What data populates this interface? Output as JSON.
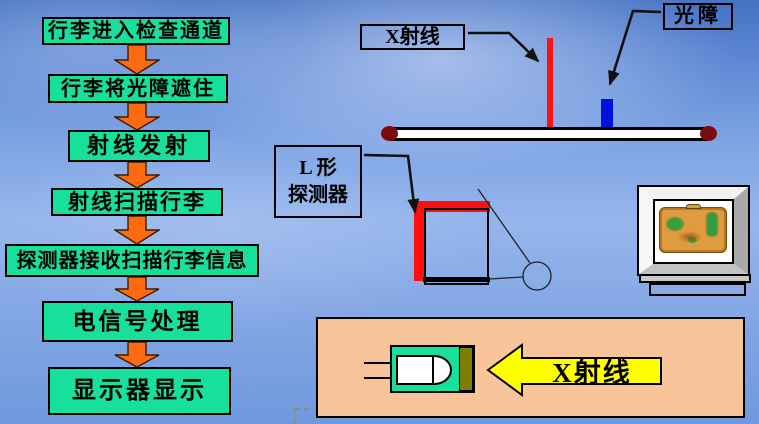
{
  "flowchart": {
    "steps": [
      {
        "label": "行李进入检查通道"
      },
      {
        "label": "行李将光障遮住"
      },
      {
        "label": "射线发射"
      },
      {
        "label": "射线扫描行李"
      },
      {
        "label": "探测器接收扫描行李信息"
      },
      {
        "label": "电信号处理"
      },
      {
        "label": "显示器显示"
      }
    ]
  },
  "labels": {
    "xray_source": "X射线",
    "light_barrier": "光障",
    "detector_line1": "L  形",
    "detector_line2": "探测器",
    "beam_arrow": "X射线"
  },
  "icons": {
    "flow_arrow": "orange-down-block-arrow",
    "leader_arrow": "black-pointer-arrow",
    "beam_arrow": "yellow-left-block-arrow"
  },
  "colors": {
    "background_blue": "#7fa5e5",
    "box_green": "#16e09a",
    "arrow_orange": "#ff6a10",
    "beam_red": "#ff1010",
    "roller_dark_red": "#7d0b0b",
    "barrier_blue": "#0010dd",
    "panel_peach": "#f8c49a",
    "anode_olive": "#7e7e00",
    "beam_arrow_yellow": "#ffff00"
  }
}
